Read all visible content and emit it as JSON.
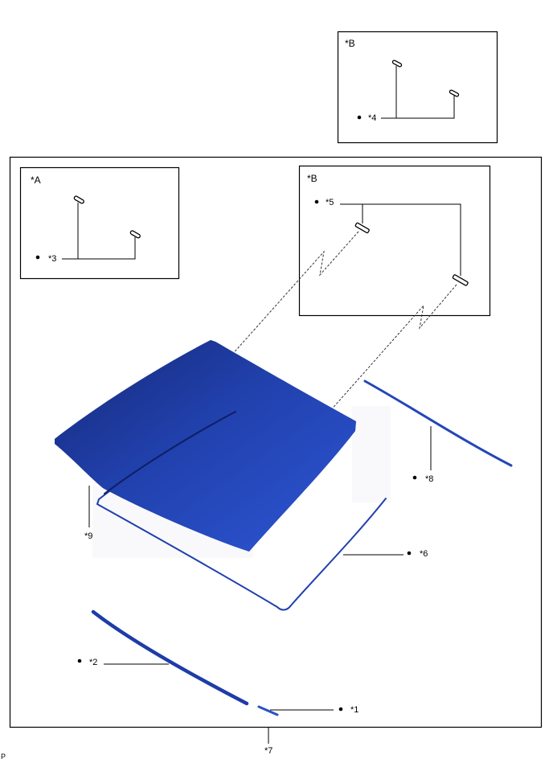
{
  "diagram": {
    "type": "exploded-parts-view",
    "subject": "windshield glass assembly",
    "colors": {
      "part_blue": "#2446b8",
      "part_blue_dark": "#18307e",
      "part_blue_light": "#2a50cc",
      "line": "#000000",
      "background": "#ffffff"
    },
    "detail_boxes": [
      {
        "id": "top-B",
        "title": "*B",
        "callout": "*4",
        "bullet": true
      },
      {
        "id": "inset-A",
        "title": "*A",
        "callout": "*3",
        "bullet": true
      },
      {
        "id": "inset-B",
        "title": "*B",
        "callout": "*5",
        "bullet": true
      }
    ],
    "callouts": [
      {
        "label": "*1",
        "bullet": true
      },
      {
        "label": "*2",
        "bullet": true
      },
      {
        "label": "*3",
        "bullet": true
      },
      {
        "label": "*4",
        "bullet": true
      },
      {
        "label": "*5",
        "bullet": true
      },
      {
        "label": "*6",
        "bullet": true
      },
      {
        "label": "*7",
        "bullet": false
      },
      {
        "label": "*8",
        "bullet": true
      },
      {
        "label": "*9",
        "bullet": false
      }
    ],
    "footer_code": "P"
  }
}
